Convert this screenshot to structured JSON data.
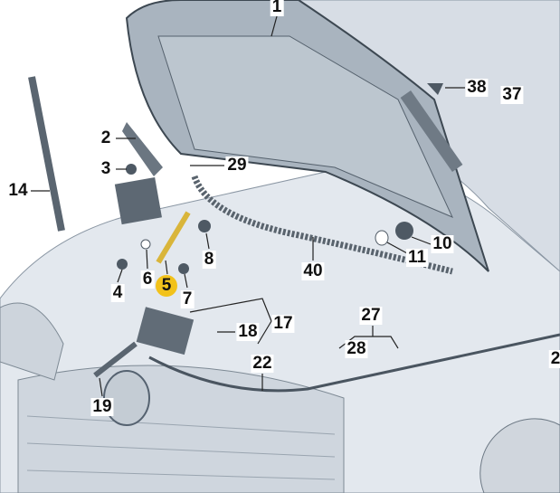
{
  "diagram": {
    "highlight_color": "#f2c21b",
    "labels": {
      "p1": "1",
      "p2": "2",
      "p3": "3",
      "p14": "14",
      "p29": "29",
      "p38": "38",
      "p37": "37",
      "p10": "10",
      "p11": "11",
      "p40": "40",
      "p8": "8",
      "p4": "4",
      "p6": "6",
      "p5": "5",
      "p7": "7",
      "p18": "18",
      "p17": "17",
      "p27": "27",
      "p28": "28",
      "p22": "22",
      "p19": "19",
      "p2_edge": "2"
    }
  }
}
